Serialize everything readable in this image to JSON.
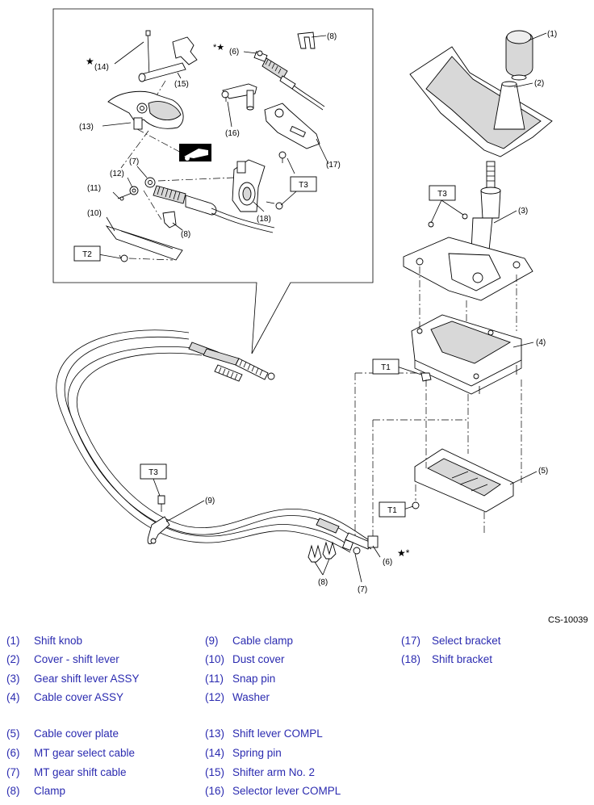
{
  "figure_code": "CS-10039",
  "callouts": {
    "c1": "(1)",
    "c2": "(2)",
    "c3": "(3)",
    "c4": "(4)",
    "c5": "(5)",
    "c6": "(6)",
    "c6b": "(6)",
    "c7": "(7)",
    "c7b": "(7)",
    "c8": "(8)",
    "c8b": "(8)",
    "c8c": "(8)",
    "c9": "(9)",
    "c10": "(10)",
    "c11": "(11)",
    "c12": "(12)",
    "c13": "(13)",
    "c14": "(14)",
    "c15": "(15)",
    "c16": "(16)",
    "c17": "(17)",
    "c18": "(18)"
  },
  "torque_tags": {
    "t1a": "T1",
    "t1b": "T1",
    "t2": "T2",
    "t3a": "T3",
    "t3b": "T3",
    "t3c": "T3"
  },
  "marks": {
    "star": "★",
    "star_asterisk": "*★",
    "star_asterisk_b": "★*"
  },
  "legend": [
    [
      {
        "num": "(1)",
        "text": "Shift knob"
      },
      {
        "num": "(2)",
        "text": "Cover - shift lever"
      },
      {
        "num": "(3)",
        "text": "Gear shift lever ASSY"
      },
      {
        "num": "(4)",
        "text": "Cable cover ASSY"
      },
      {
        "num": "(5)",
        "text": "Cable cover plate"
      },
      {
        "num": "(6)",
        "text": "MT gear select cable"
      },
      {
        "num": "(7)",
        "text": "MT gear shift cable"
      },
      {
        "num": "(8)",
        "text": "Clamp"
      }
    ],
    [
      {
        "num": "(9)",
        "text": "Cable clamp"
      },
      {
        "num": "(10)",
        "text": "Dust cover"
      },
      {
        "num": "(11)",
        "text": "Snap pin"
      },
      {
        "num": "(12)",
        "text": "Washer"
      },
      {
        "num": "(13)",
        "text": "Shift lever COMPL"
      },
      {
        "num": "(14)",
        "text": "Spring pin"
      },
      {
        "num": "(15)",
        "text": "Shifter arm No. 2"
      },
      {
        "num": "(16)",
        "text": "Selector lever COMPL"
      }
    ],
    [
      {
        "num": "(17)",
        "text": "Select bracket"
      },
      {
        "num": "(18)",
        "text": "Shift bracket"
      }
    ]
  ]
}
